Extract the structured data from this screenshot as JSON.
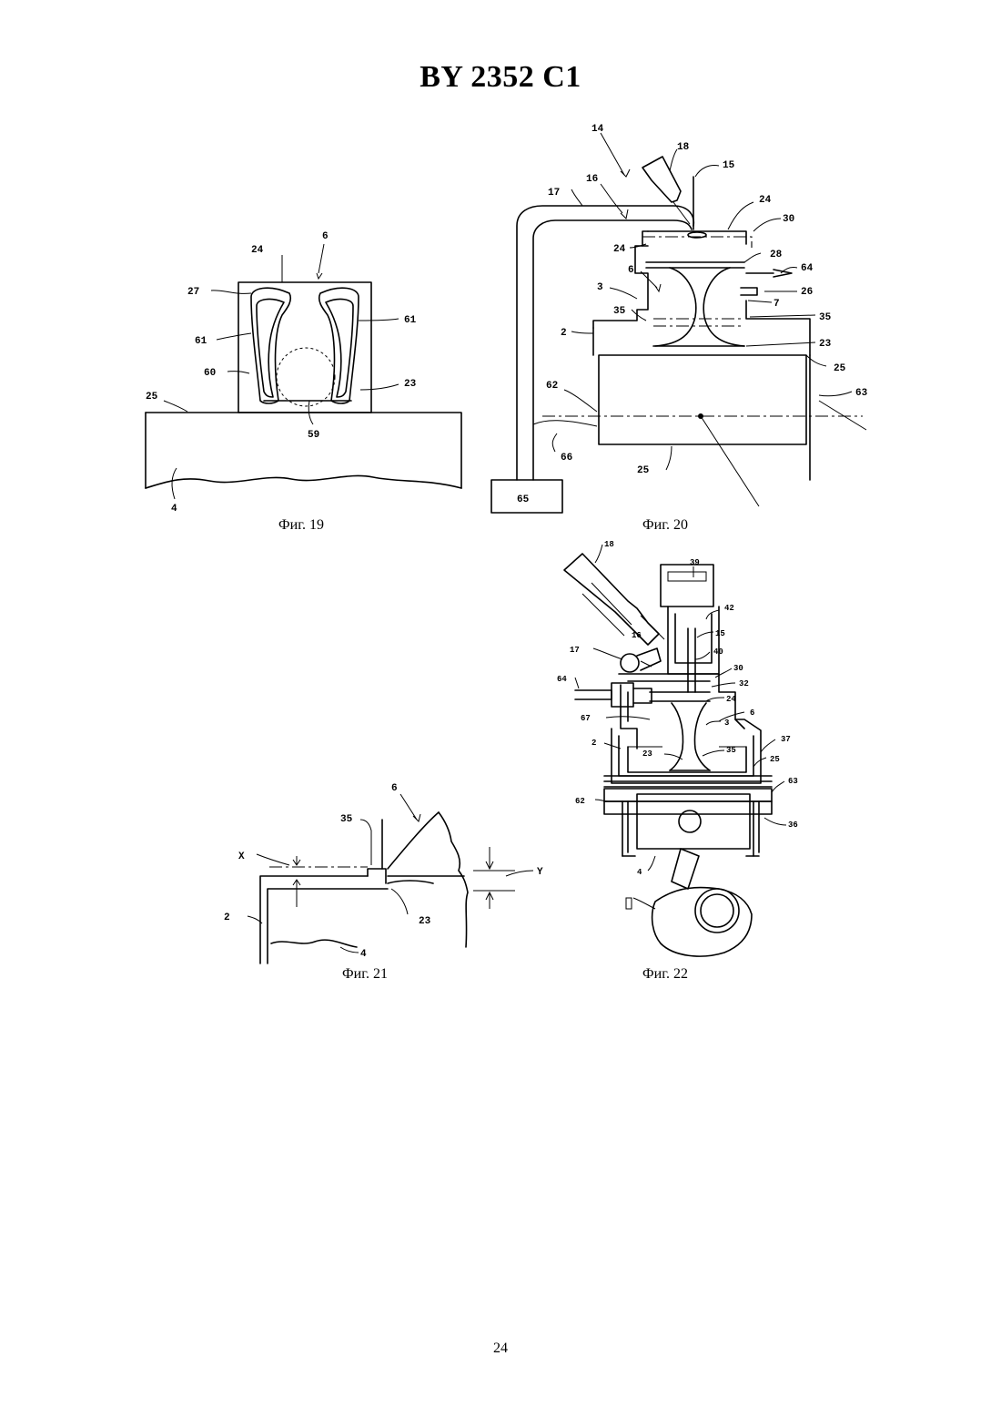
{
  "header": {
    "title": "BY 2352 C1"
  },
  "figures": [
    {
      "caption": "Фиг. 19",
      "labels": [
        "6",
        "24",
        "27",
        "61",
        "61",
        "60",
        "23",
        "25",
        "59",
        "4"
      ]
    },
    {
      "caption": "Фиг. 20",
      "labels": [
        "14",
        "18",
        "15",
        "16",
        "17",
        "24",
        "30",
        "24",
        "28",
        "64",
        "6",
        "3",
        "26",
        "7",
        "35",
        "35",
        "2",
        "23",
        "25",
        "62",
        "63",
        "66",
        "25",
        "65"
      ]
    },
    {
      "caption": "Фиг. 21",
      "labels": [
        "6",
        "35",
        "X",
        "Y",
        "2",
        "23",
        "4"
      ]
    },
    {
      "caption": "Фиг. 22",
      "labels": [
        "18",
        "39",
        "42",
        "15",
        "16",
        "40",
        "17",
        "30",
        "64",
        "32",
        "24",
        "6",
        "67",
        "3",
        "37",
        "2",
        "35",
        "23",
        "25",
        "63",
        "62",
        "36",
        "4"
      ]
    }
  ],
  "footer": {
    "page_number": "24"
  }
}
